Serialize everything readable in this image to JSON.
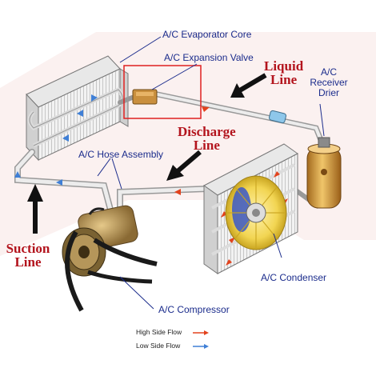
{
  "labels": {
    "evaporator_core": "A/C Evaporator Core",
    "expansion_valve": "A/C Expansion Valve",
    "receiver_drier": [
      "A/C",
      "Receiver",
      "Drier"
    ],
    "hose_assembly": "A/C Hose Assembly",
    "condenser": "A/C Condenser",
    "compressor": "A/C Compressor"
  },
  "callouts": {
    "liquid_line": [
      "Liquid",
      "Line"
    ],
    "discharge_line": [
      "Discharge",
      "Line"
    ],
    "suction_line": [
      "Suction",
      "Line"
    ]
  },
  "legend": {
    "high_side": "High Side Flow",
    "low_side": "Low Side Flow"
  },
  "colors": {
    "label_text": "#1b2c8c",
    "callout_text": "#b3141d",
    "high_side_arrow": "#e2421d",
    "low_side_arrow": "#3f7fd6",
    "highlight_box": "#e02020"
  }
}
